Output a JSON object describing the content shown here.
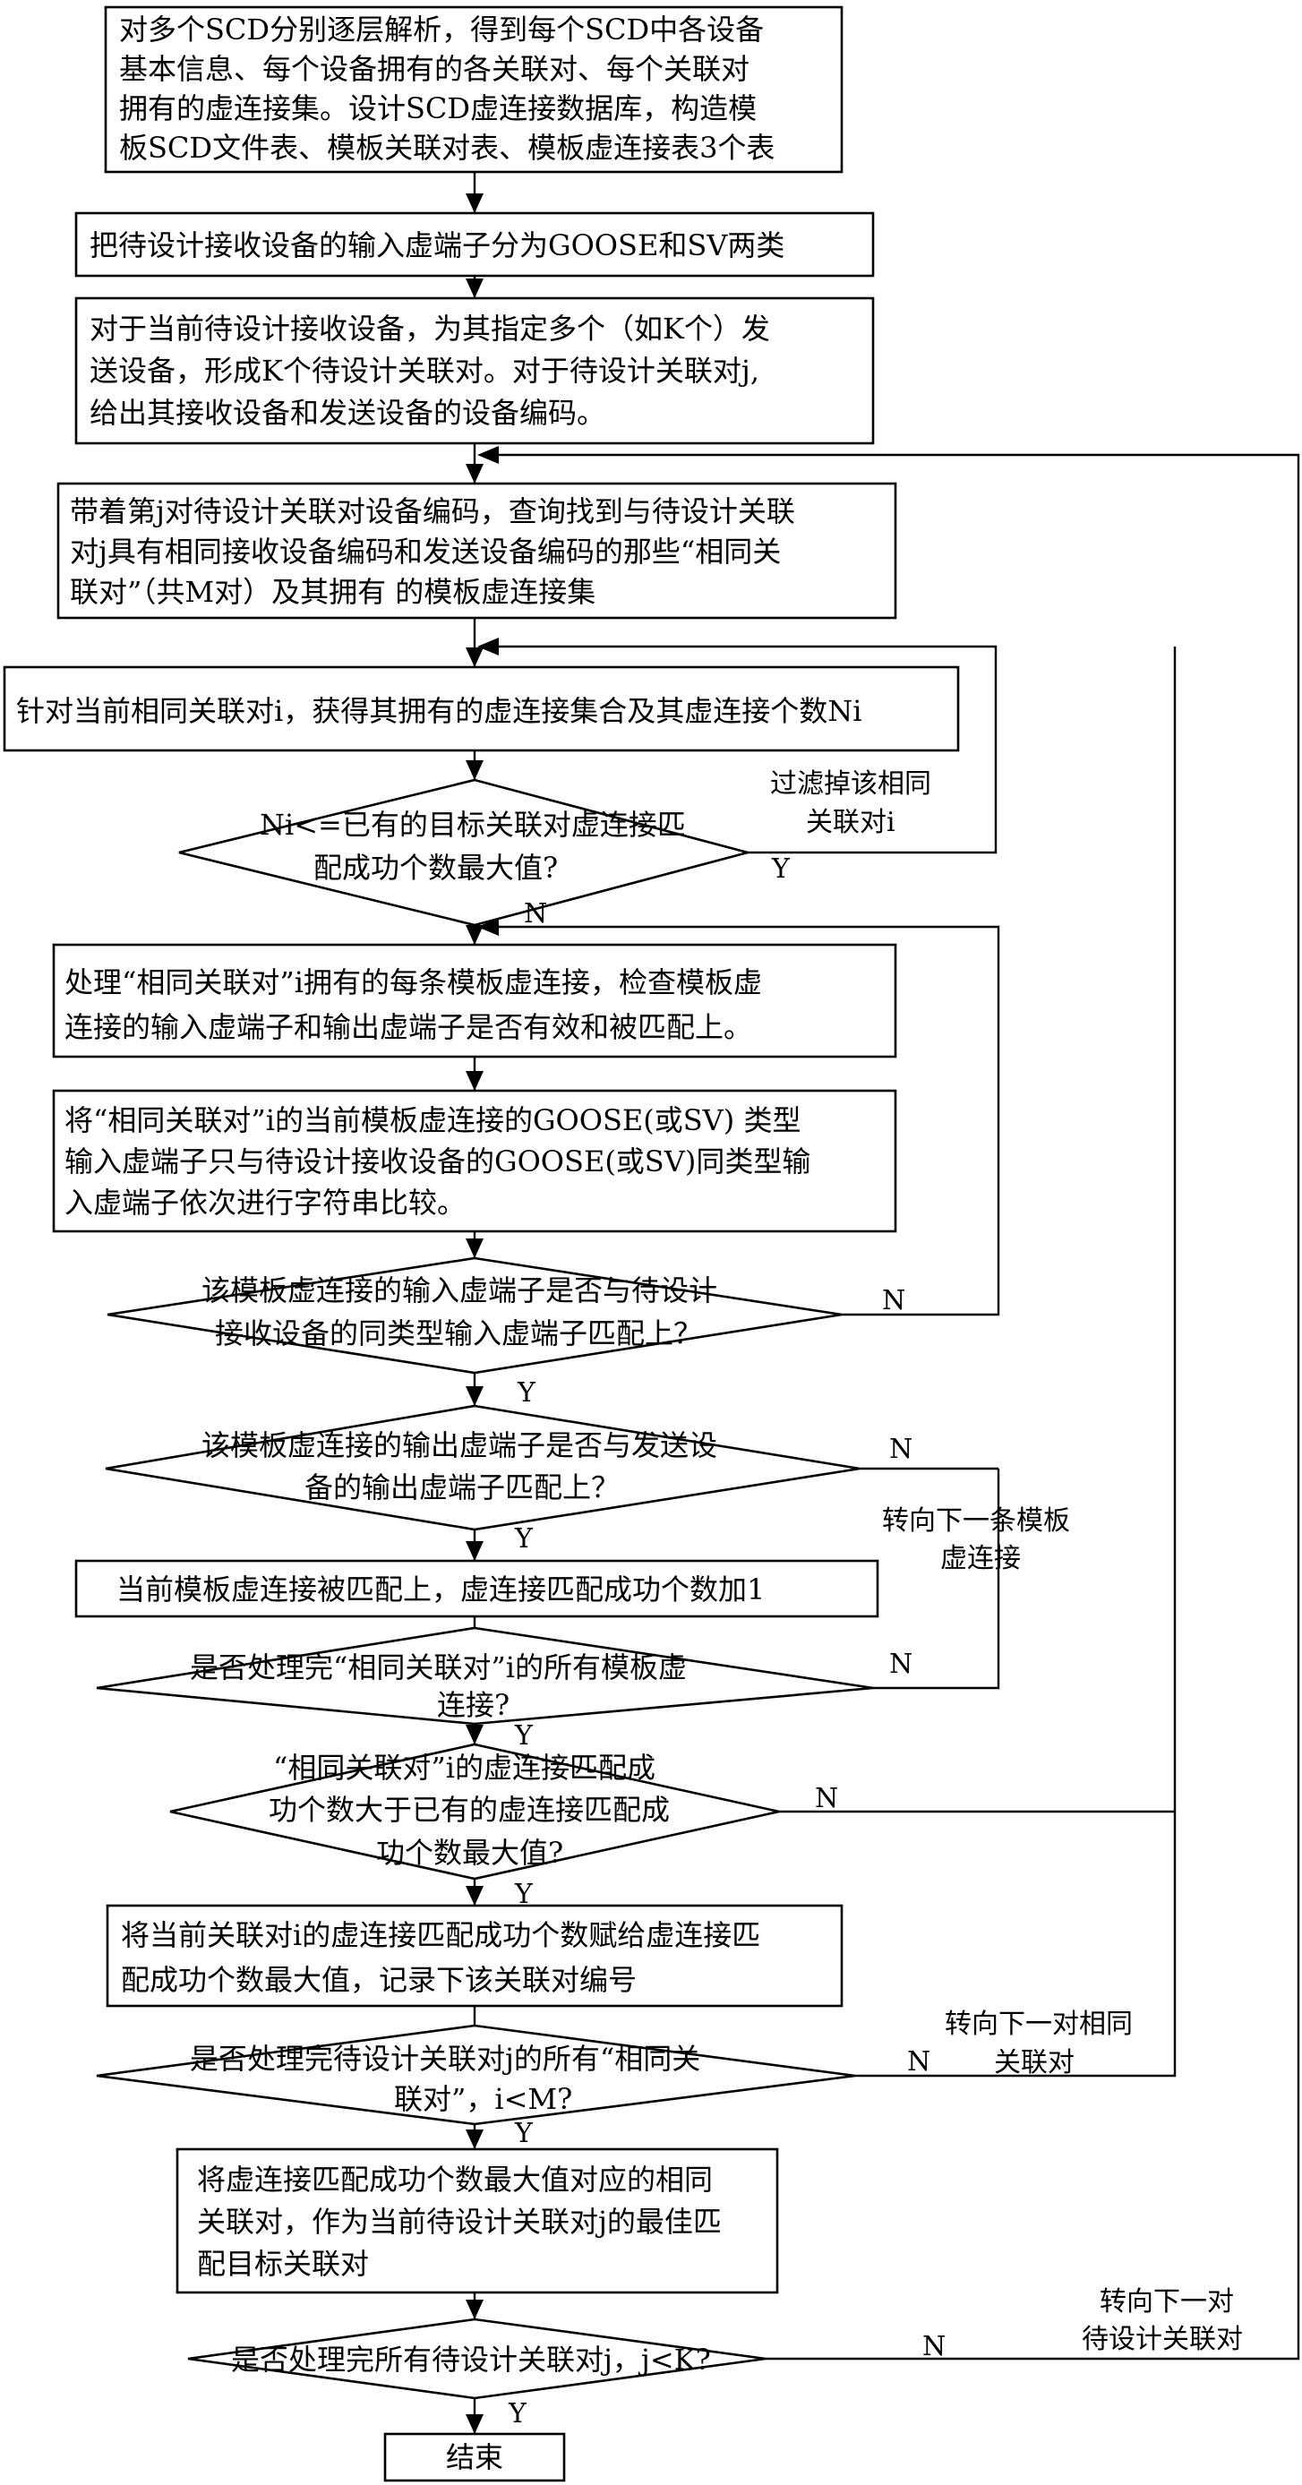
{
  "steps": {
    "s1": [
      "对多个SCD分别逐层解析，得到每个SCD中各设备",
      "基本信息、每个设备拥有的各关联对、每个关联对",
      "拥有的虚连接集。设计SCD虚连接数据库，构造模",
      "板SCD文件表、模板关联对表、模板虚连接表3个表"
    ],
    "s2": [
      "把待设计接收设备的输入虚端子分为GOOSE和SV两类"
    ],
    "s3": [
      "对于当前待设计接收设备，为其指定多个（如K个）发",
      "送设备，形成K个待设计关联对。对于待设计关联对j,",
      "给出其接收设备和发送设备的设备编码。"
    ],
    "s4": [
      "带着第j对待设计关联对设备编码，查询找到与待设计关联",
      "对j具有相同接收设备编码和发送设备编码的那些“相同关",
      "联对”（共M对）及其拥有 的模板虚连接集"
    ],
    "s5": [
      "针对当前相同关联对i，获得其拥有的虚连接集合及其虚连接个数Ni"
    ],
    "d1": [
      "Ni<=已有的目标关联对虚连接匹",
      "配成功个数最大值?"
    ],
    "s6": [
      "处理“相同关联对”i拥有的每条模板虚连接，检查模板虚",
      "连接的输入虚端子和输出虚端子是否有效和被匹配上。"
    ],
    "s7": [
      "将“相同关联对”i的当前模板虚连接的GOOSE(或SV) 类型",
      "输入虚端子只与待设计接收设备的GOOSE(或SV)同类型输",
      "入虚端子依次进行字符串比较。"
    ],
    "d2": [
      "该模板虚连接的输入虚端子是否与待设计",
      "接收设备的同类型输入虚端子匹配上？"
    ],
    "d3": [
      "该模板虚连接的输出虚端子是否与发送设",
      "备的输出虚端子匹配上？"
    ],
    "s8": [
      "当前模板虚连接被匹配上，虚连接匹配成功个数加1"
    ],
    "d4": [
      "是否处理完“相同关联对”i的所有模板虚",
      "连接?"
    ],
    "d5": [
      "“相同关联对”i的虚连接匹配成",
      "功个数大于已有的虚连接匹配成",
      "功个数最大值?"
    ],
    "s9": [
      "将当前关联对i的虚连接匹配成功个数赋给虚连接匹",
      "配成功个数最大值，记录下该关联对编号"
    ],
    "d6": [
      "是否处理完待设计关联对j的所有“相同关",
      "联对”，i<M?"
    ],
    "s10": [
      "将虚连接匹配成功个数最大值对应的相同",
      "关联对，作为当前待设计关联对j的最佳匹",
      "配目标关联对"
    ],
    "d7": [
      "是否处理完所有待设计关联对j，j<K?"
    ],
    "end": "结束"
  },
  "labels": {
    "filter": [
      "过滤掉该相同",
      "关联对i"
    ],
    "next_vlink": [
      "转向下一条模板",
      "虚连接"
    ],
    "next_same_pair": [
      "转向下一对相同",
      "关联对"
    ],
    "next_design_pair": [
      "转向下一对",
      "待设计关联对"
    ],
    "yes": "Y",
    "no": "N"
  }
}
